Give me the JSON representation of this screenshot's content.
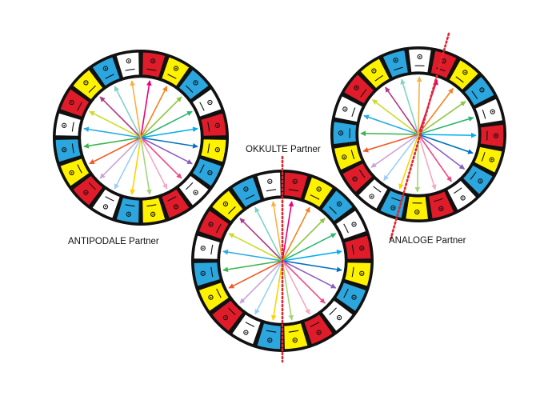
{
  "labels": {
    "antipodal": "ANTIPODALE Partner",
    "occult": "OKKULTE Partner",
    "analog": "ANALOGE Partner"
  },
  "wheels": [
    {
      "id": "antipodal",
      "tile_colors": [
        "red",
        "yellow",
        "blue",
        "white",
        "red",
        "yellow",
        "blue",
        "white",
        "red",
        "yellow",
        "blue",
        "white",
        "red",
        "yellow",
        "blue",
        "white",
        "red",
        "yellow",
        "blue",
        "white"
      ],
      "arrows": 20,
      "dotted_axis": false
    },
    {
      "id": "occult",
      "tile_colors": [
        "red",
        "yellow",
        "blue",
        "white",
        "red",
        "yellow",
        "blue",
        "white",
        "red",
        "yellow",
        "blue",
        "white",
        "red",
        "yellow",
        "blue",
        "white",
        "red",
        "yellow",
        "blue",
        "white"
      ],
      "arrows": 20,
      "dotted_axis": true
    },
    {
      "id": "analog",
      "tile_colors": [
        "red",
        "yellow",
        "blue",
        "white",
        "red",
        "yellow",
        "blue",
        "white",
        "red",
        "yellow",
        "blue",
        "white",
        "red",
        "yellow",
        "blue",
        "white",
        "red",
        "yellow",
        "blue",
        "white"
      ],
      "arrows": 20,
      "dotted_axis": true
    }
  ],
  "colors": {
    "tile_red": "#e11c2a",
    "tile_yellow": "#fff200",
    "tile_blue": "#2ba6de",
    "tile_white": "#ffffff",
    "dotted_axis": "#e3262f",
    "arrow_palette": [
      "#e6007e",
      "#f58220",
      "#8dc63f",
      "#2bb673",
      "#00aeef",
      "#0072bc",
      "#8b5fbf",
      "#ef4a87",
      "#f7a8c4",
      "#a3d47a",
      "#ffd200",
      "#9ad0f2",
      "#c9a4d9",
      "#f15a24",
      "#39b54a",
      "#29abe2",
      "#cbdb2a",
      "#b03a84",
      "#7fd3c4",
      "#fbb040"
    ]
  },
  "icon": "maya-day-sign-glyph"
}
